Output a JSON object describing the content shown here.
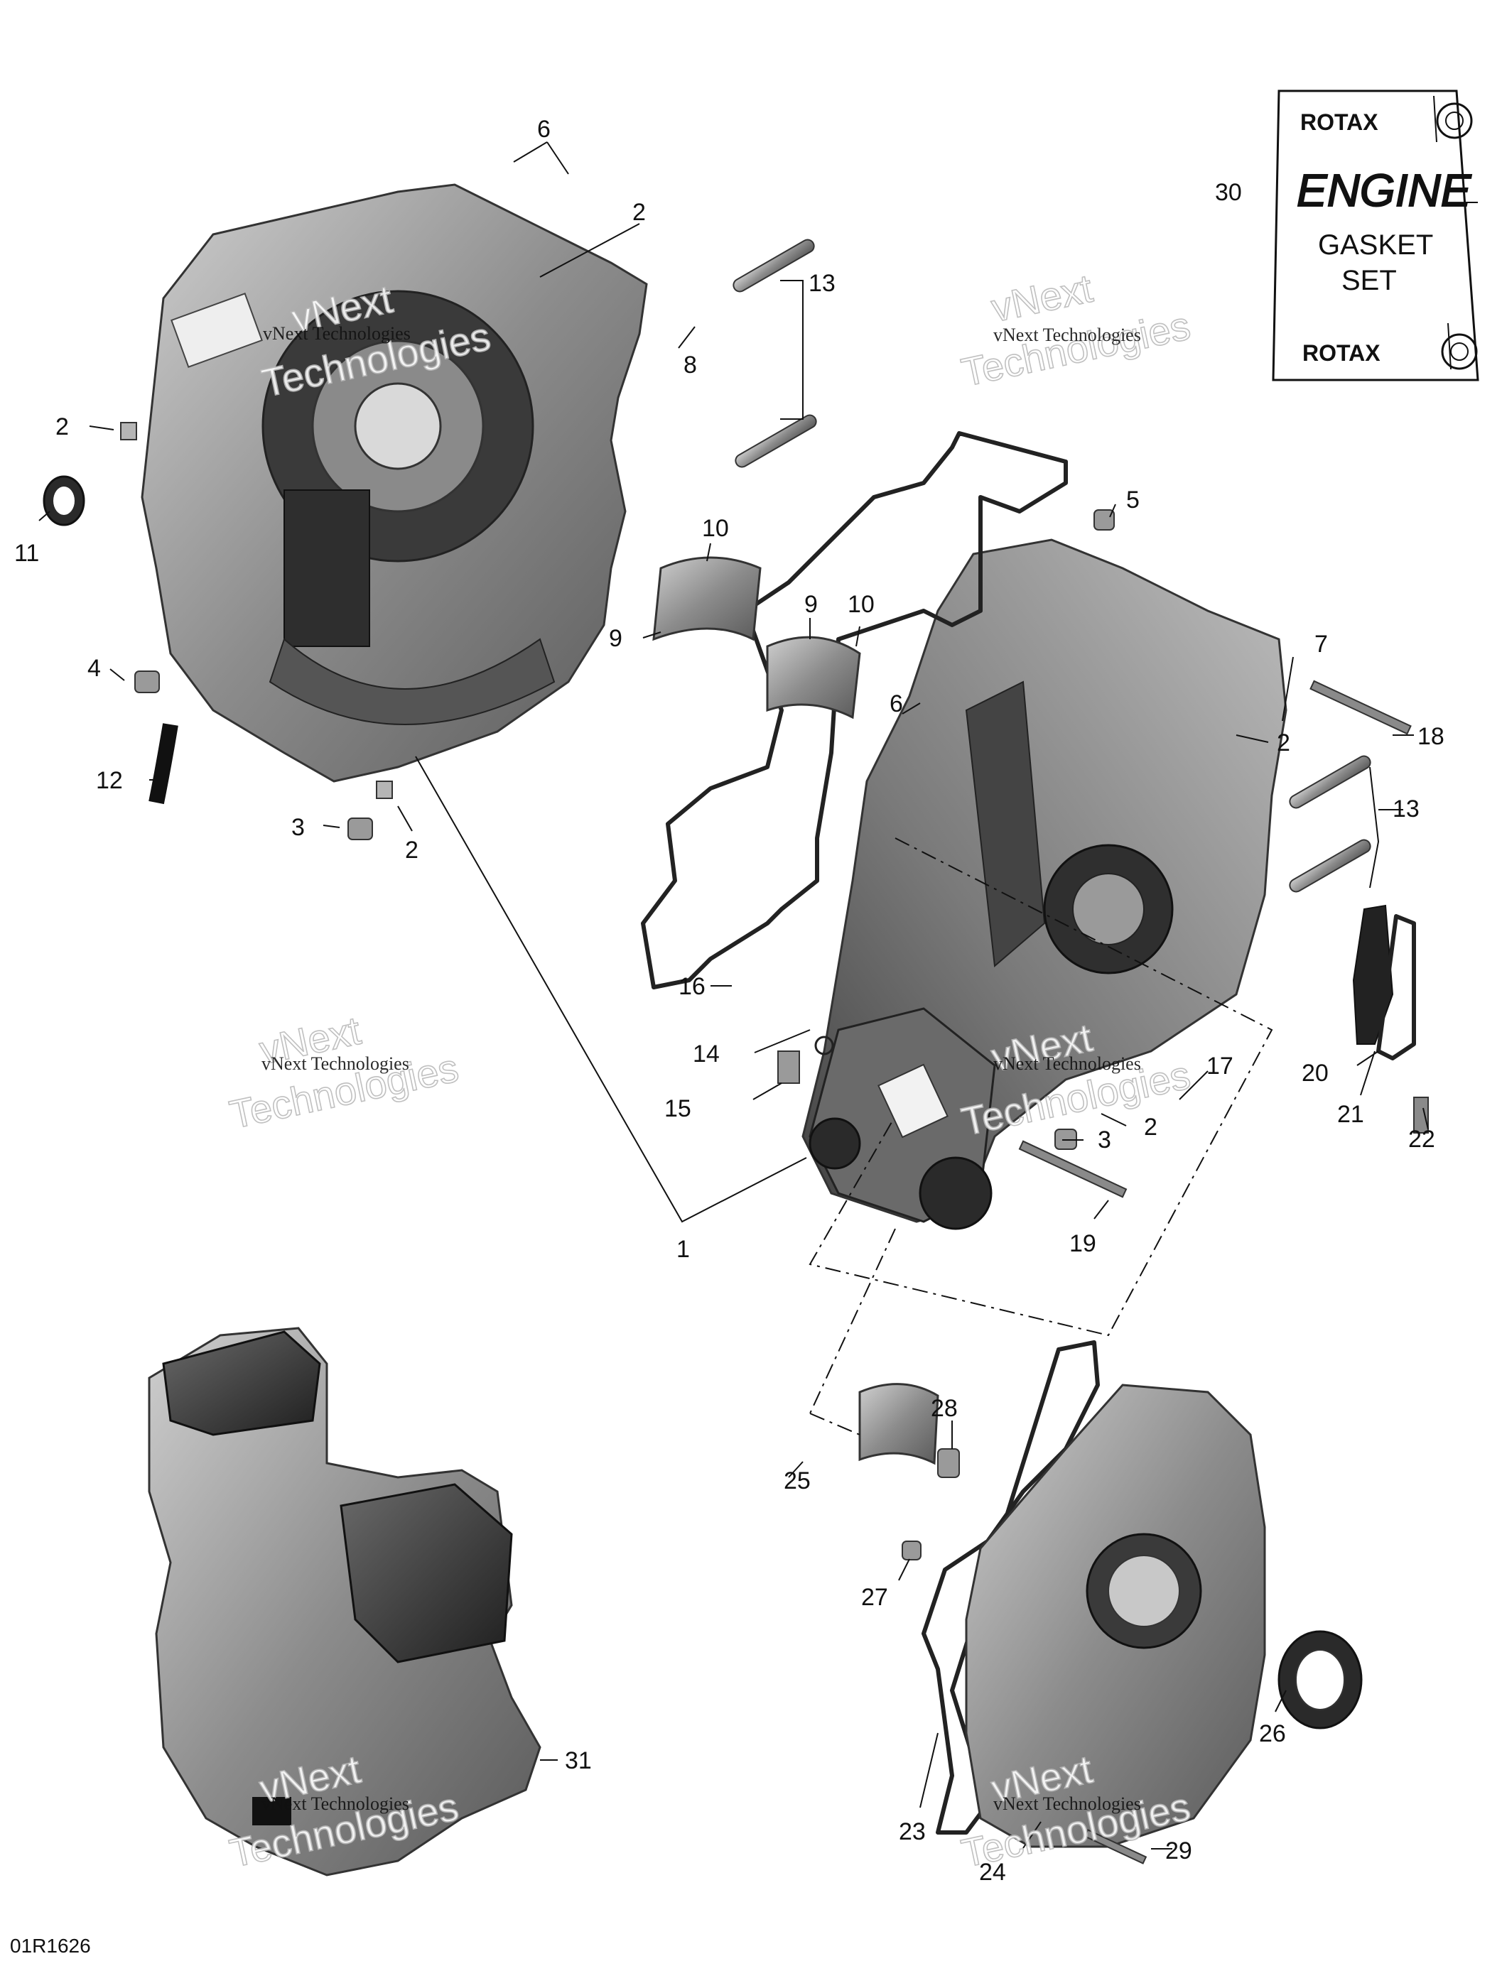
{
  "reference_code": "01R1626",
  "watermark": {
    "line1": "vNext",
    "line2": "Technologies",
    "small": "vNext Technologies"
  },
  "gasket_kit": {
    "brand": "ROTAX",
    "title": "ENGINE",
    "line1": "GASKET",
    "line2": "SET"
  },
  "callouts": [
    "1",
    "2",
    "3",
    "4",
    "5",
    "6",
    "7",
    "8",
    "9",
    "10",
    "11",
    "12",
    "13",
    "14",
    "15",
    "16",
    "17",
    "18",
    "19",
    "20",
    "21",
    "22",
    "23",
    "24",
    "25",
    "26",
    "27",
    "28",
    "29",
    "30",
    "31"
  ],
  "colors": {
    "line": "#111111",
    "part_fill": "#8a8a8a",
    "part_dark": "#3c3c3c",
    "gasket": "#222222"
  }
}
